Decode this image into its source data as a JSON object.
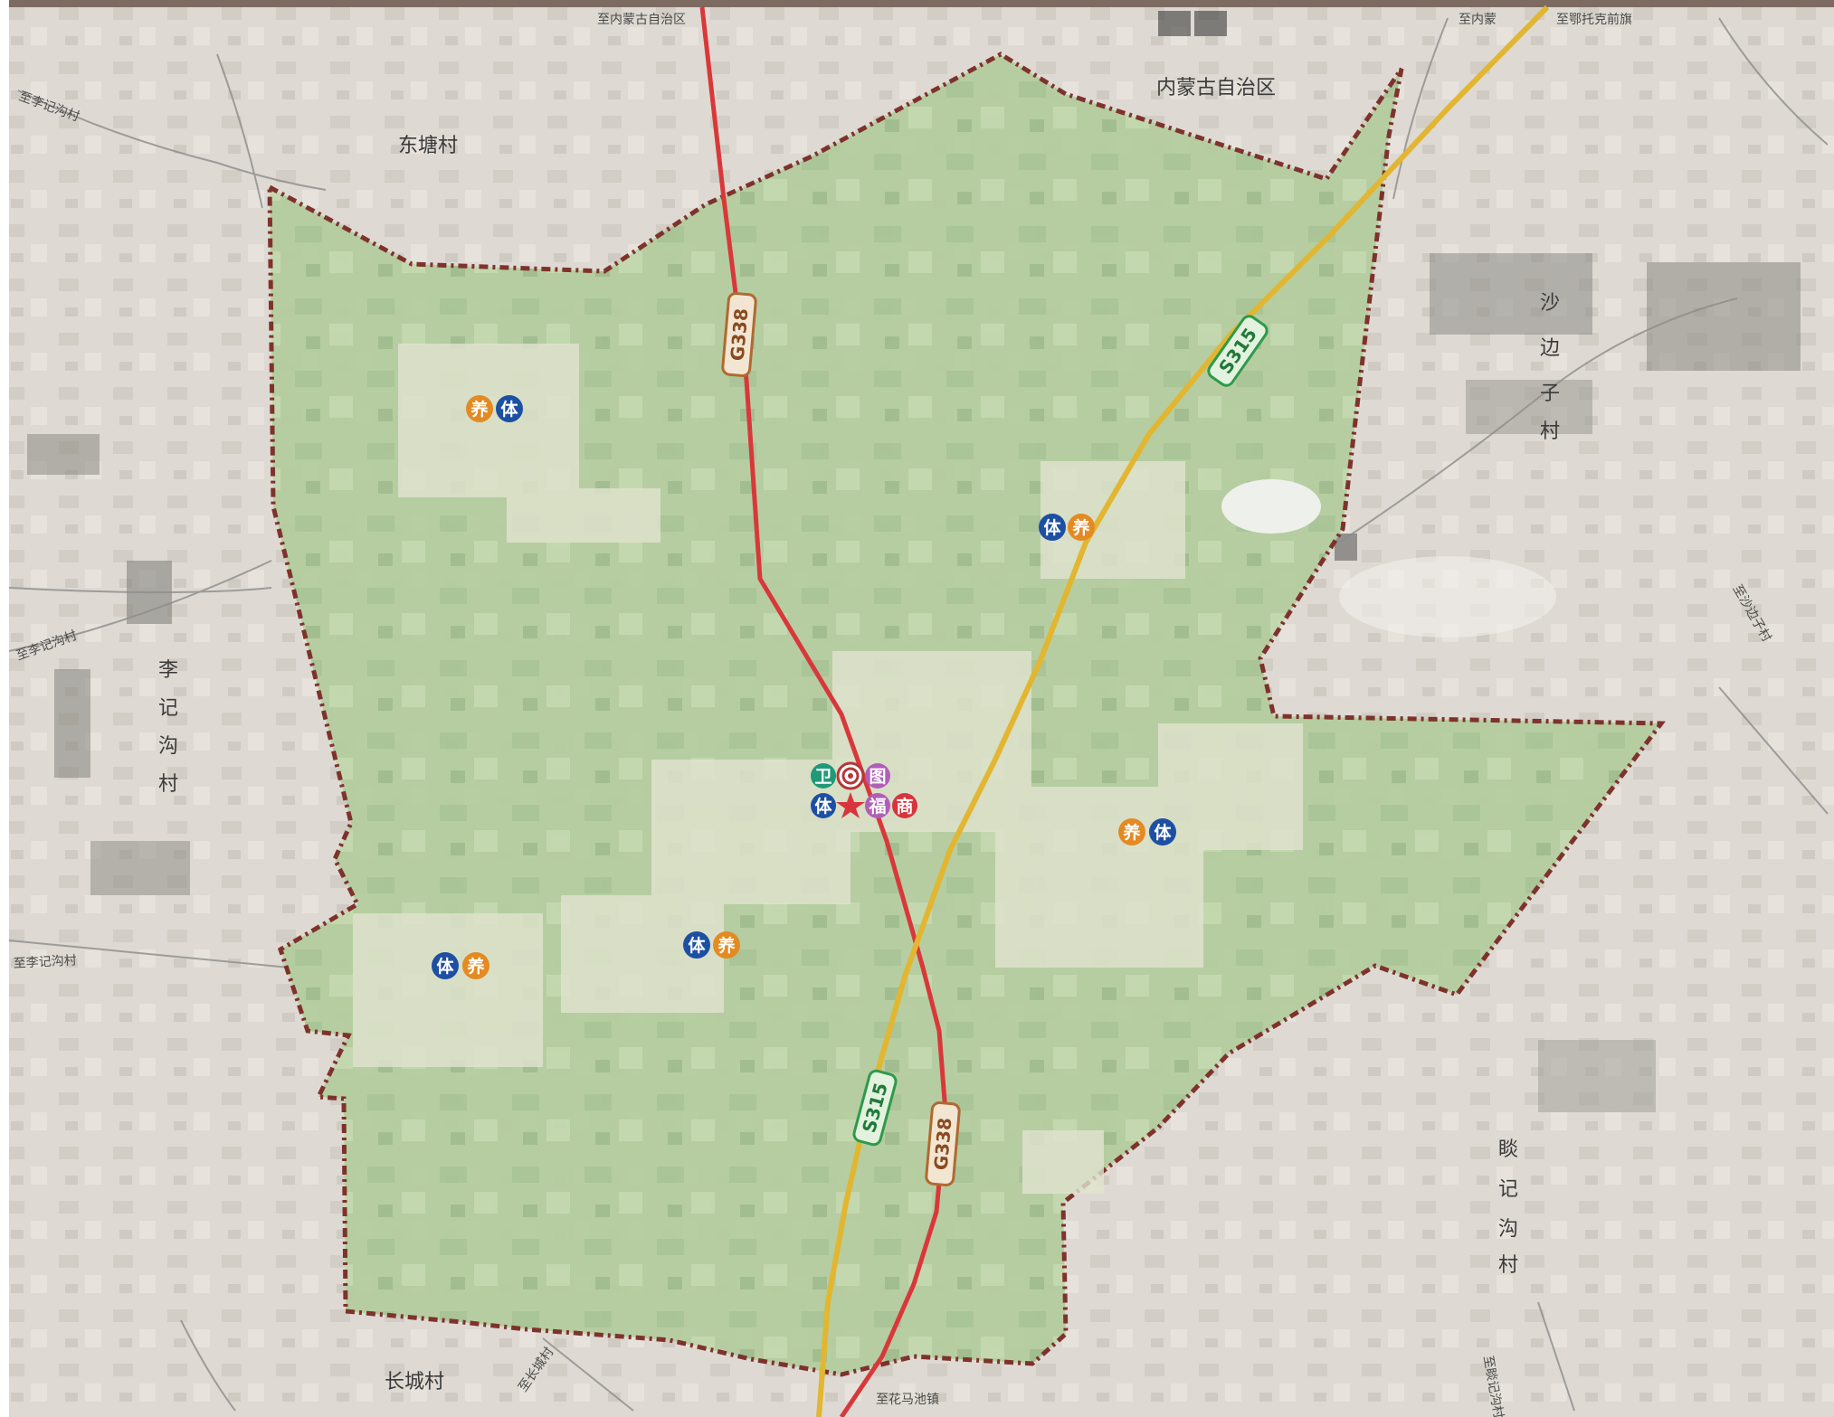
{
  "colors": {
    "background": "#dedad3",
    "township_fill": "#b5cf9f",
    "boundary": "#7a2a24",
    "national_road": "#d9383a",
    "provincial_road": "#e2b631",
    "poi_blue": "#1d4fa3",
    "poi_orange": "#e48a22",
    "poi_green": "#1f9a78",
    "poi_purple": "#b05fb9",
    "poi_red": "#d8343c"
  },
  "villages": {
    "dongtang": "东塘村",
    "changcheng": "长城村",
    "li_ji_gou": [
      "李",
      "记",
      "沟",
      "村"
    ],
    "sha_bian_zi": [
      "沙",
      "边",
      "子",
      "村"
    ],
    "hou_ji_gou": [
      "睒",
      "记",
      "沟",
      "村"
    ]
  },
  "region": {
    "inner_mongolia": "内蒙古自治区"
  },
  "road_labels": {
    "to_inner_mongolia_1": "至内蒙古自治区",
    "to_inner_mongolia_2": "至内蒙",
    "to_etuoke": "至鄂托克前旗",
    "to_li_ji_gou_west": "至李记沟村",
    "to_li_ji_gou_north": "至李记沟村",
    "to_li_ji_gou_southwest": "至李记沟村",
    "to_huamachi": "至花马池镇",
    "to_changcheng": "至长城村",
    "to_hou_ji_gou": "至睒记沟村",
    "to_sha_bian_zi": "至沙边子村"
  },
  "highways": {
    "g338_label": "G338",
    "s315_label": "S315"
  },
  "poi": {
    "ti": "体",
    "yang": "养",
    "wei": "卫",
    "tu": "图",
    "fu": "福",
    "shang": "商"
  }
}
